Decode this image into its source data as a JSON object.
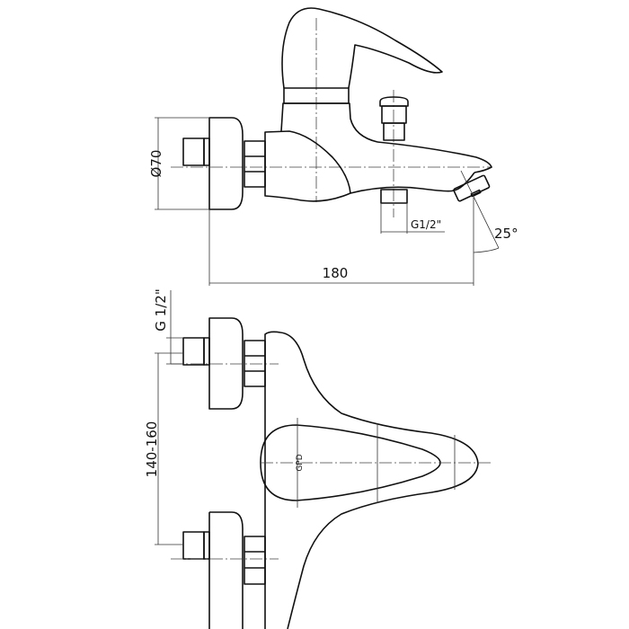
{
  "title": "Bath mixer technical drawing",
  "side_view": {
    "diameter_label": "Ø70",
    "outlet_thread_label": "G1/2\"",
    "spout_angle_label": "25°",
    "length_label": "180"
  },
  "front_view": {
    "inlet_thread_label": "G 1/2\"",
    "center_distance_label": "140-160",
    "handle_logo": "GPD"
  }
}
